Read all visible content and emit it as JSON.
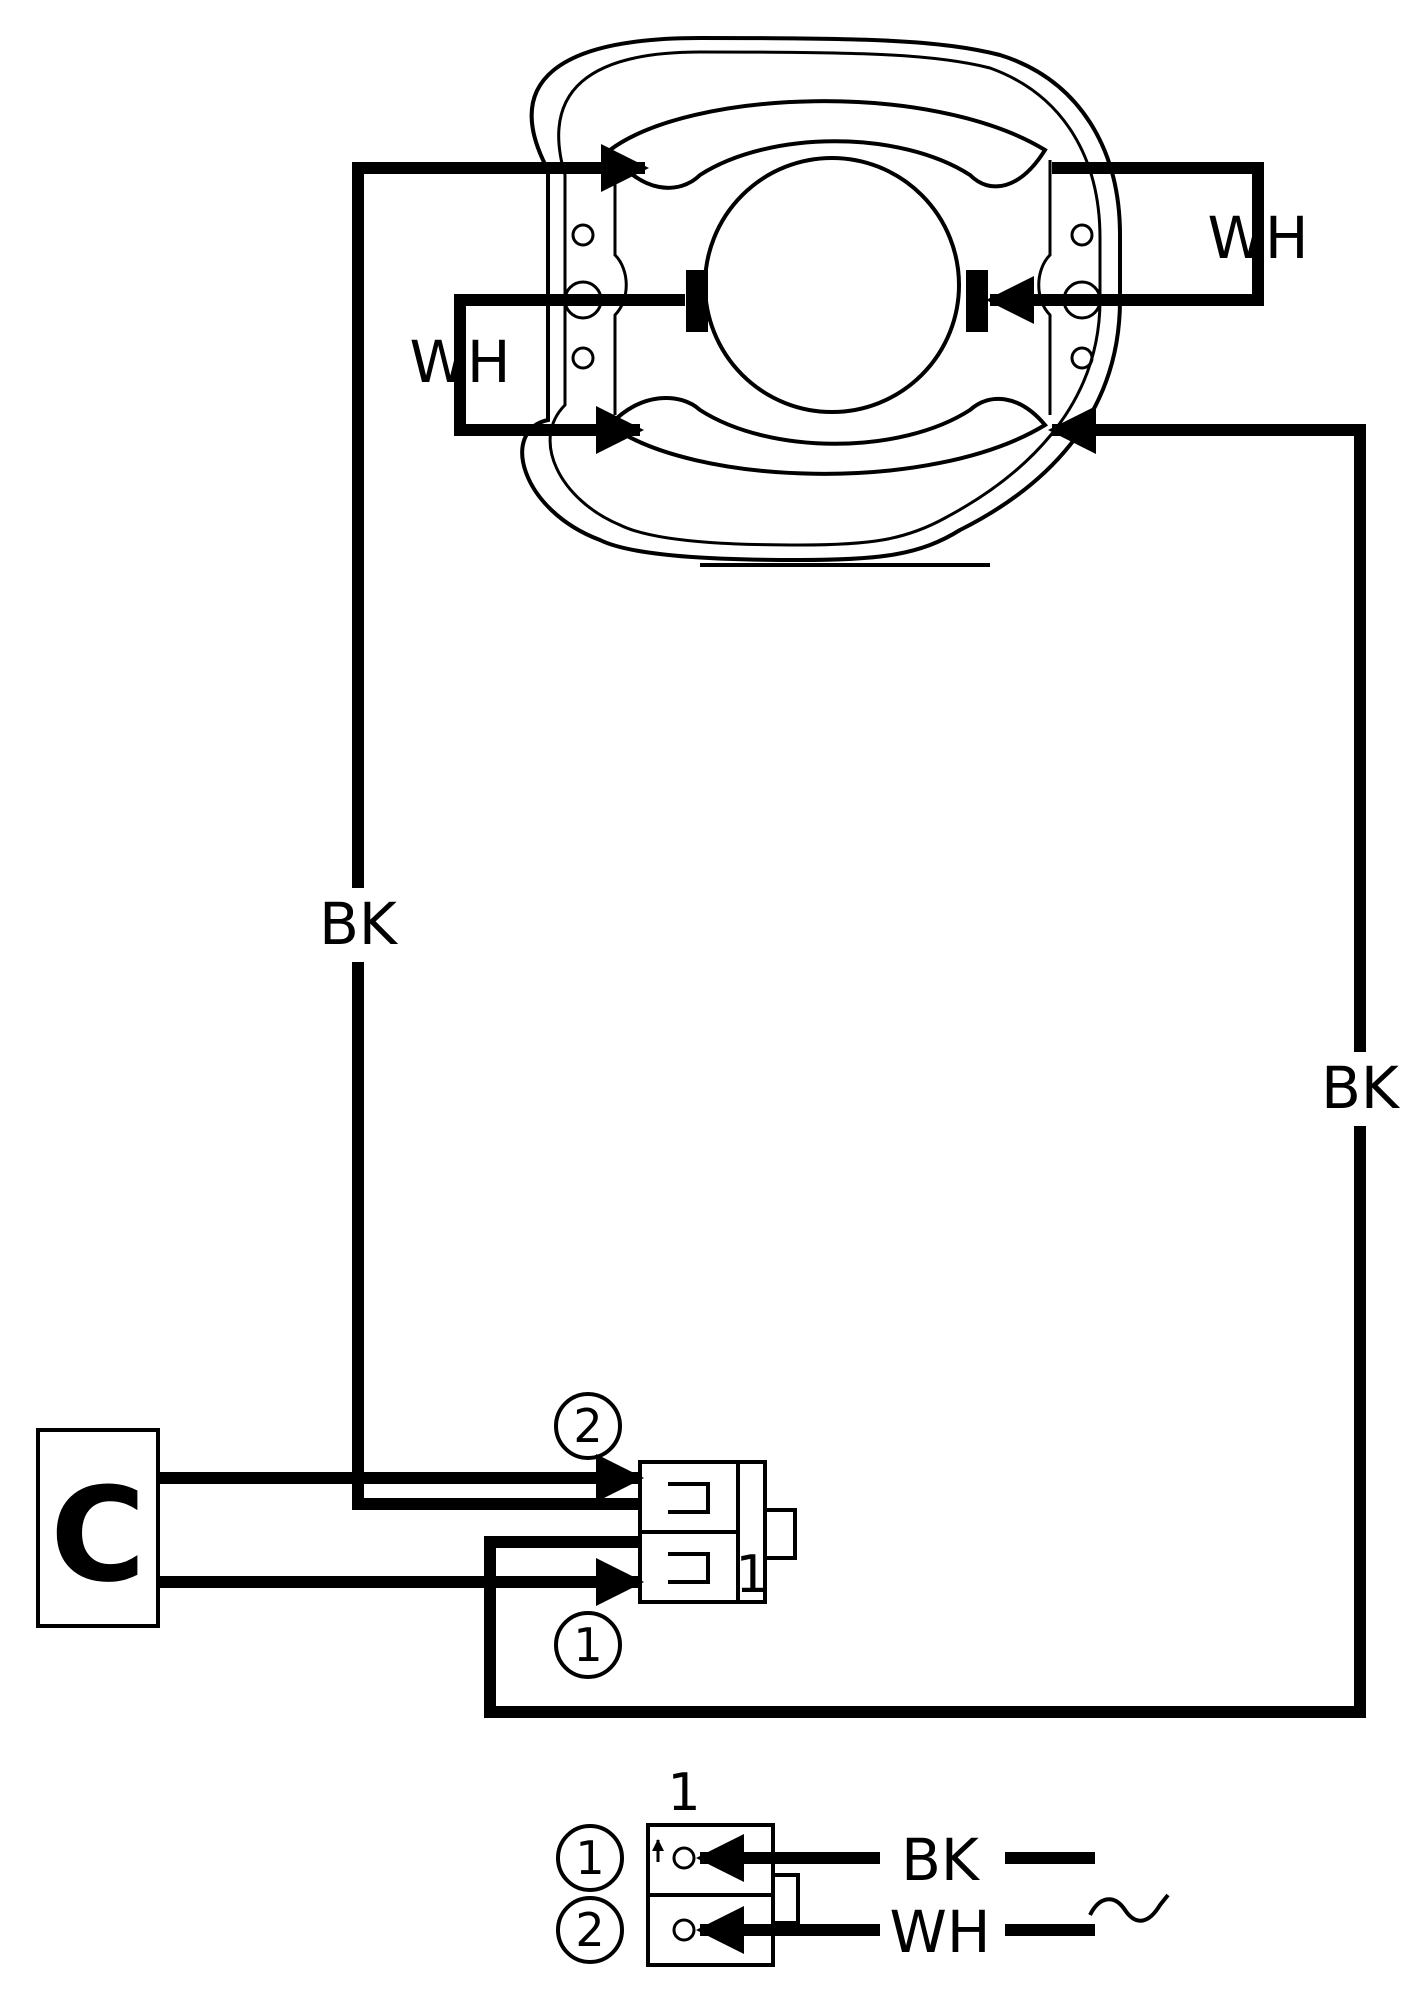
{
  "labels": {
    "wh_right": "WH",
    "wh_left": "WH",
    "bk_left": "BK",
    "bk_right": "BK",
    "component_c": "C",
    "terminal_1_marker": "1",
    "terminal_circled_2": "2",
    "terminal_circled_1": "1"
  },
  "legend": {
    "header": "1",
    "row1_num": "1",
    "row1_wire": "BK",
    "row2_num": "2",
    "row2_wire": "WH",
    "ac_symbol": "~"
  }
}
